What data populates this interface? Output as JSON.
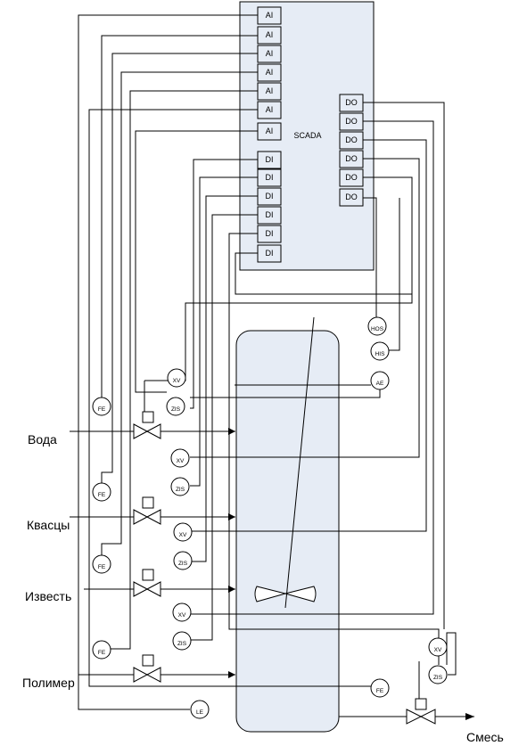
{
  "scada": {
    "label": "SCADA",
    "ai_label": "AI",
    "di_label": "DI",
    "do_label": "DO"
  },
  "streams": {
    "water": "Вода",
    "alum": "Квасцы",
    "lime": "Известь",
    "polymer": "Полимер",
    "mixture": "Смесь"
  },
  "instruments": {
    "flow": "FE",
    "valve_cmd": "XV",
    "valve_pos": "ZIS",
    "level": "LE",
    "hand_start": "HOS",
    "hand_ind": "HIS",
    "analyzer": "AE"
  }
}
